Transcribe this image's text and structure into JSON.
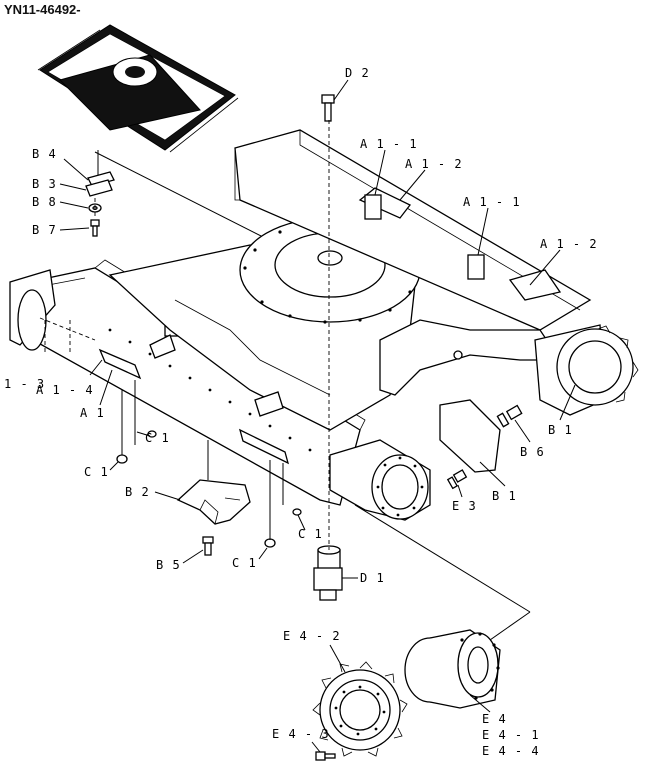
{
  "header": {
    "doc_id": "YN11-46492-"
  },
  "labels": {
    "d2": "D 2",
    "b4": "B 4",
    "b3": "B 3",
    "b8": "B 8",
    "b7": "B 7",
    "a1_1_top": "A 1 - 1",
    "a1_2_top": "A 1 - 2",
    "a1_1_right": "A 1 - 1",
    "a1_2_right": "A 1 - 2",
    "a1_3": "1 - 3",
    "a1_4": "A 1 - 4",
    "a1": "A 1",
    "c1_a": "C 1",
    "c1_b": "C 1",
    "c1_c": "C 1",
    "c1_d": "C 1",
    "b2": "B 2",
    "b5": "B 5",
    "d1": "D 1",
    "b1_right": "B 1",
    "b1_cover": "B 1",
    "b6": "B 6",
    "e3": "E 3",
    "e4_2": "E 4 - 2",
    "e4_3": "E 4 - 3",
    "e4": "E 4",
    "e4_1": "E 4 - 1",
    "e4_4": "E 4 - 4"
  }
}
